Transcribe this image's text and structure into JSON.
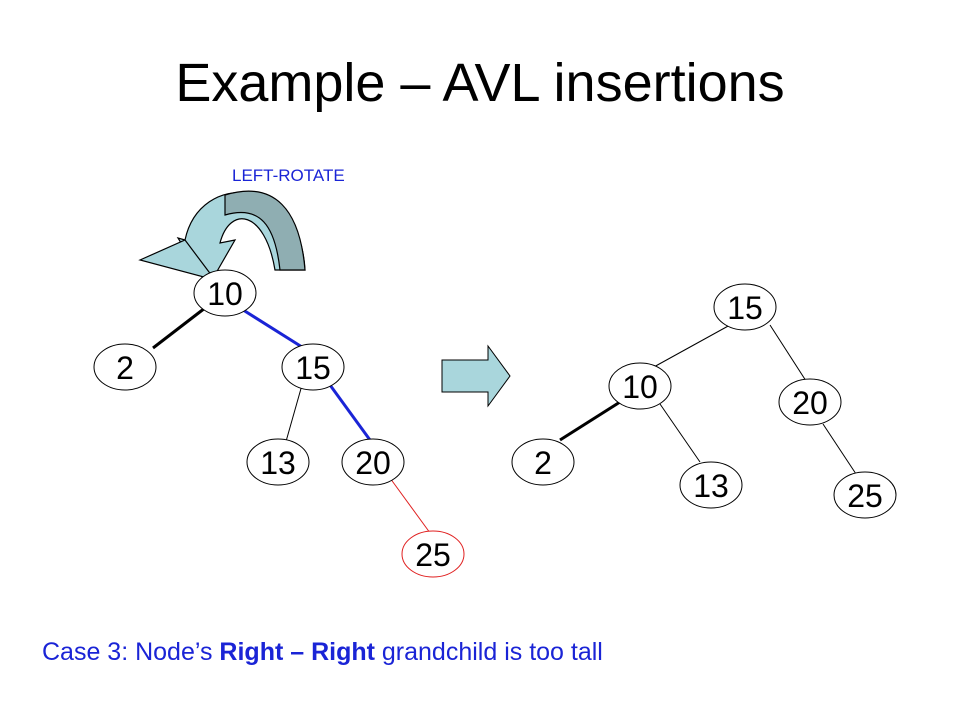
{
  "title": "Example – AVL insertions",
  "rotation_label": "LEFT-ROTATE",
  "before_tree": {
    "nodes": [
      "10",
      "2",
      "15",
      "13",
      "20",
      "25"
    ]
  },
  "after_tree": {
    "nodes": [
      "15",
      "10",
      "20",
      "2",
      "13",
      "25"
    ]
  },
  "caption": {
    "prefix": "Case 3: Node’s ",
    "bold": "Right – Right",
    "suffix": " grandchild is too tall"
  },
  "colors": {
    "blue_text": "#1a24d6",
    "rotated_edge": "#1a24d6",
    "new_edge": "#e02020",
    "node_outline_new": "#e02020",
    "arrow_fill": "#a9d6dc",
    "arrow_dark": "#8faeb2"
  }
}
